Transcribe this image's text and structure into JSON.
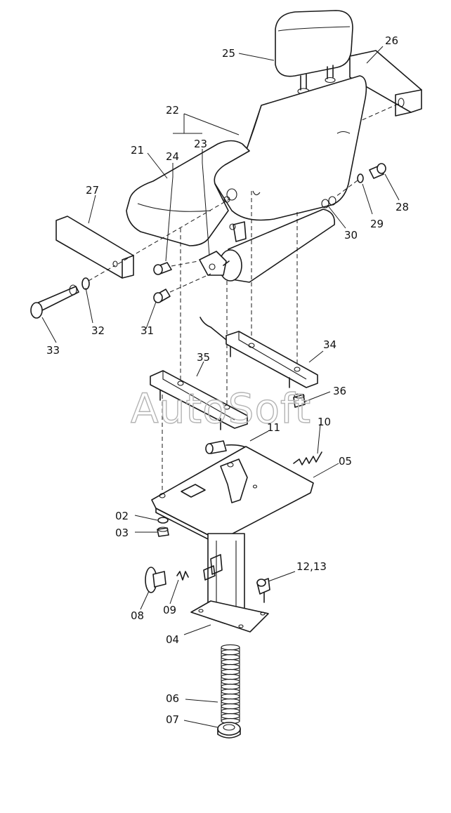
{
  "watermark": "AutoSoft",
  "callouts": {
    "c25": "25",
    "c26": "26",
    "c22": "22",
    "c21": "21",
    "c24": "24",
    "c23": "23",
    "c27": "27",
    "c28": "28",
    "c29": "29",
    "c30": "30",
    "c31": "31",
    "c32": "32",
    "c33": "33",
    "c34": "34",
    "c35": "35",
    "c36": "36",
    "c11": "11",
    "c10": "10",
    "c05": "05",
    "c02": "02",
    "c03": "03",
    "c08": "08",
    "c09": "09",
    "c1213": "12,13",
    "c04": "04",
    "c06": "06",
    "c07": "07"
  }
}
